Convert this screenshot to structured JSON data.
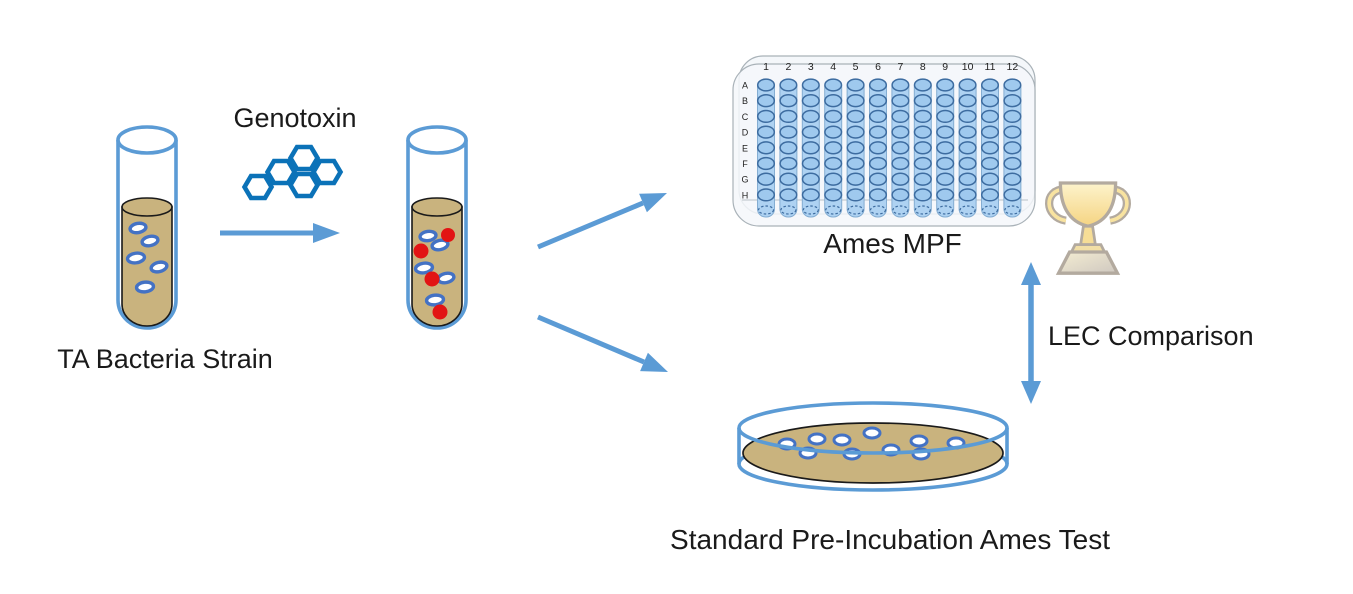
{
  "labels": {
    "ta_bacteria_strain": "TA Bacteria Strain",
    "genotoxin": "Genotoxin",
    "ames_mpf": "Ames MPF",
    "lec_comparison": "LEC Comparison",
    "standard_preincubation": "Standard Pre-Incubation Ames Test"
  },
  "plate": {
    "column_labels": [
      "1",
      "2",
      "3",
      "4",
      "5",
      "6",
      "7",
      "8",
      "9",
      "10",
      "11",
      "12"
    ],
    "row_labels": [
      "A",
      "B",
      "C",
      "D",
      "E",
      "F",
      "G",
      "H"
    ]
  },
  "icons": {
    "test_tube_control": "test-tube-with-ta-bacteria-icon",
    "test_tube_treated": "test-tube-with-genotoxin-icon",
    "molecule": "genotoxin-molecule-icon",
    "well_plate": "96-well-plate-icon",
    "petri_dish": "petri-dish-icon",
    "trophy": "trophy-icon",
    "arrows": [
      "right-arrow-icon",
      "up-right-arrow-icon",
      "down-right-arrow-icon",
      "vertical-double-arrow-icon"
    ]
  },
  "colors": {
    "arrow_blue": "#5B9BD5",
    "tube_outline": "#5B9BD5",
    "broth_tan": "#C9B37E",
    "broth_outline": "#1a1a1a",
    "bacteria_ring": "#4472C4",
    "mutant_red": "#E21414",
    "molecule_blue": "#0B72B8",
    "plate_body": "#F4F7FA",
    "plate_outline": "#A9B2B8",
    "strip_fill": "#AED2F2",
    "strip_stroke": "#84ADD2",
    "well_fill": "#9FC9EE",
    "well_stroke": "#3D6CA0",
    "trophy_gold_light": "#FDF3CC",
    "trophy_gold": "#F5D482",
    "trophy_outline": "#B3AA9F",
    "text_color": "#1a1a1a"
  }
}
